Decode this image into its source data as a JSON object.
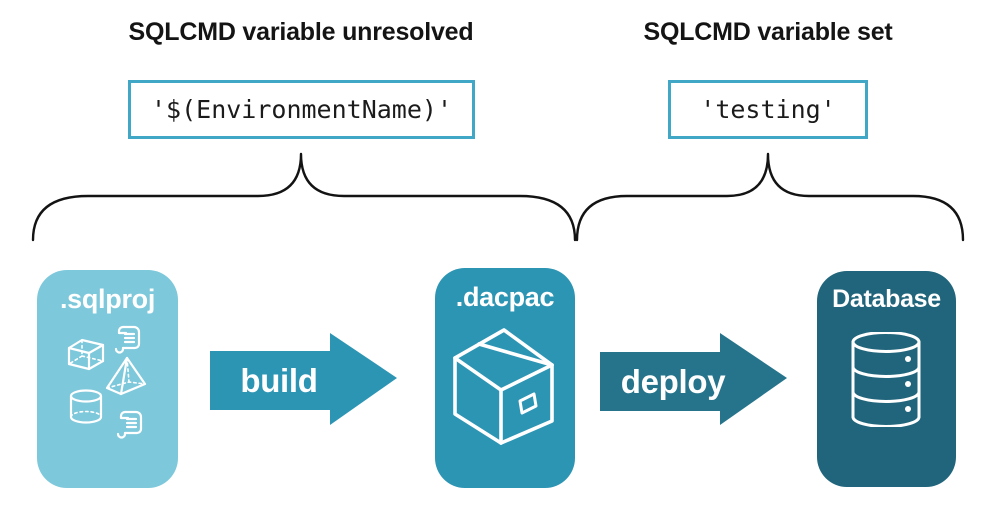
{
  "annotations": {
    "left": {
      "title": "SQLCMD variable unresolved",
      "value": "'$(EnvironmentName)'"
    },
    "right": {
      "title": "SQLCMD variable set",
      "value": "'testing'"
    }
  },
  "pipeline": {
    "nodes": [
      {
        "label": ".sqlproj",
        "icon": "sql-objects-icon"
      },
      {
        "label": ".dacpac",
        "icon": "package-icon"
      },
      {
        "label": "Database",
        "icon": "database-icon"
      }
    ],
    "arrows": [
      {
        "label": "build"
      },
      {
        "label": "deploy"
      }
    ]
  },
  "colors": {
    "sqlproj_card": "#7dc8db",
    "dacpac_card": "#2d95b4",
    "database_card": "#20657b",
    "build_arrow": "#2d95b4",
    "deploy_arrow": "#26748b",
    "code_box_border": "#41a7c7",
    "brace_stroke": "#131313",
    "title_text": "#141414"
  }
}
